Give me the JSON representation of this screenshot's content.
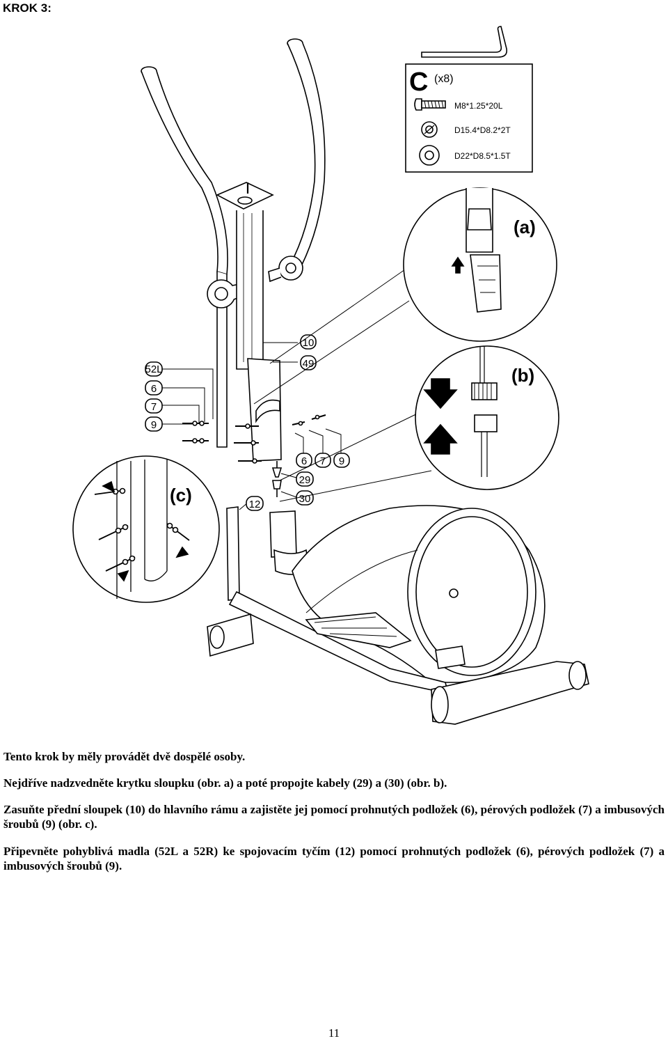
{
  "page": {
    "heading": "KROK 3:",
    "page_number": "11"
  },
  "hardware_box": {
    "letter": "C",
    "count": "(x8)",
    "items": [
      {
        "spec": "M8*1.25*20L",
        "icon": "bolt-icon"
      },
      {
        "spec": "D15.4*D8.2*2T",
        "icon": "spring-washer-icon"
      },
      {
        "spec": "D22*D8.5*1.5T",
        "icon": "flat-washer-icon"
      }
    ]
  },
  "callouts": {
    "a": "(a)",
    "b": "(b)",
    "c": "(c)"
  },
  "part_labels": {
    "p10": "10",
    "p49": "49",
    "p52l": "52L",
    "p6": "6",
    "p7": "7",
    "p9": "9",
    "r6": "6",
    "r7": "7",
    "r9": "9",
    "p29": "29",
    "p30": "30",
    "p12": "12"
  },
  "instructions": [
    "Tento krok by měly provádět dvě dospělé osoby.",
    "Nejdříve nadzvedněte krytku sloupku (obr. a) a poté propojte kabely (29) a (30) (obr. b).",
    "Zasuňte přední sloupek (10) do hlavního rámu a zajistěte jej pomocí prohnutých podložek (6), pérových podložek (7) a imbusových šroubů (9) (obr. c).",
    "Připevněte pohyblivá madla (52L a 52R) ke spojovacím tyčím (12) pomocí prohnutých podložek (6), pérových podložek (7) a imbusových šroubů (9)."
  ]
}
